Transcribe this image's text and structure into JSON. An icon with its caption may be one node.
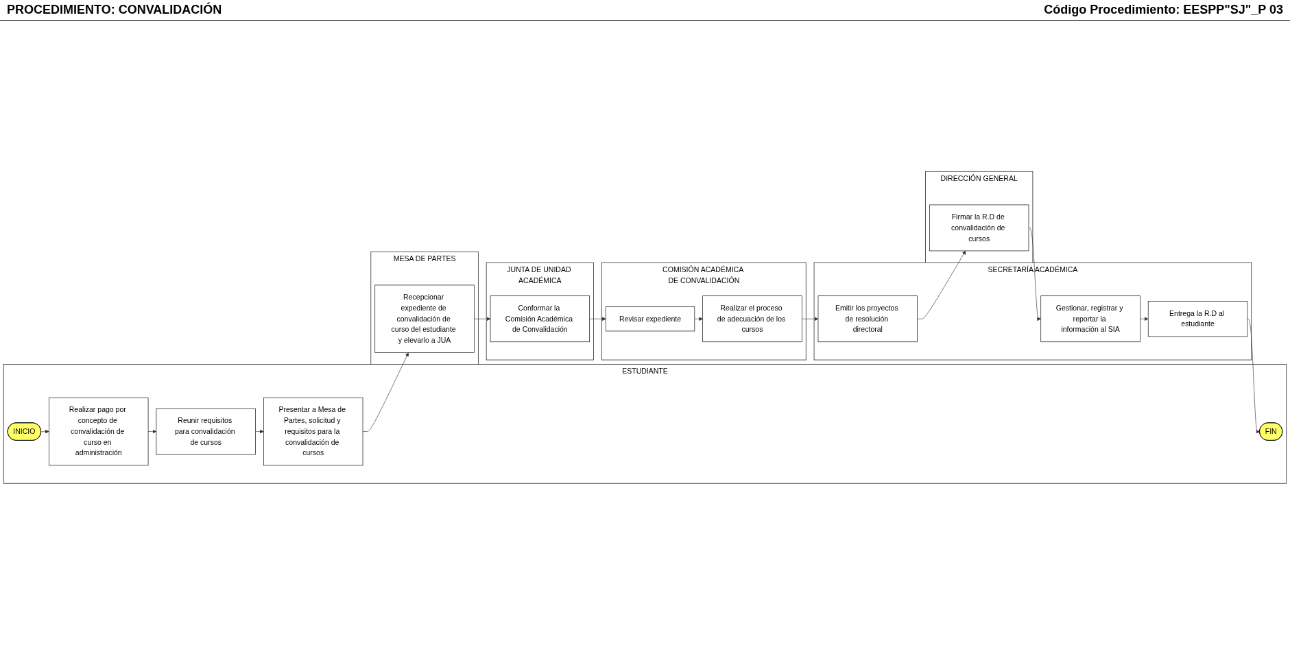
{
  "diagram": {
    "title": "PROCEDIMIENTO: CONVALIDACIÓN",
    "nodes": [
      {
        "text": [
          "ESTUDIANTE"
        ]
      },
      {
        "text": [
          "INICIO"
        ],
        "in": 0
      },
      {
        "text": [
          "Realizar pago por concepto de convalidación de curso en administración"
        ],
        "in": 0
      },
      {
        "text": [
          "Reunir requisitos para convalidación de cursos"
        ],
        "in": 0
      },
      {
        "text": [
          "Presentar a Mesa de Partes, solicitud y requisitos para la convalidación de cursos"
        ],
        "in": 0
      },
      {
        "text": [
          "FIN"
        ],
        "in": 0
      },
      {
        "text": [
          "MESA DE PARTES"
        ]
      },
      {
        "text": [
          "Recepcionar expediente de convalidación de curso del estudiante y elevarlo a JUA"
        ],
        "in": 6
      },
      {
        "text": [
          "JUNTA DE UNIDAD ACADÉMICA"
        ]
      },
      {
        "text": [
          "Conformar la Comisión Académica de Convalidación"
        ],
        "in": 8
      },
      {
        "text": [
          "COMISIÓN ACADÉMICA DE CONVALIDACIÓN"
        ]
      },
      {
        "text": [
          "Revisar expediente"
        ],
        "in": 10
      },
      {
        "text": [
          "Realizar el proceso de adecuación de los cursos"
        ],
        "in": 10
      },
      {
        "text": [
          "SECRETARÍA ACADÉMICA"
        ]
      },
      {
        "text": [
          "Emitir los proyectos de resolución directoral"
        ],
        "in": 13
      },
      {
        "text": [
          "Gestionar, registrar y reportar la información al SIA"
        ],
        "in": 13
      },
      {
        "text": [
          "Entrega la R.D al estudiante"
        ],
        "in": 13
      },
      {
        "text": [
          "DIRECCIÓN GENERAL"
        ]
      },
      {
        "text": [
          "Firmar la R.D de convalidación de cursos"
        ],
        "in": 17
      }
    ],
    "edges": [
      {
        "from": 1,
        "to": 2,
        "arrow": "to"
      },
      {
        "from": 2,
        "to": 3,
        "arrow": "to"
      },
      {
        "from": 3,
        "to": 4,
        "arrow": "to"
      },
      {
        "from": 4,
        "to": 7,
        "arrow": "to"
      },
      {
        "from": 7,
        "to": 9,
        "arrow": "to"
      },
      {
        "from": 9,
        "to": 11,
        "arrow": "to"
      },
      {
        "from": 11,
        "to": 12,
        "arrow": "to"
      },
      {
        "from": 12,
        "to": 14,
        "arrow": "to"
      },
      {
        "from": 14,
        "to": 18,
        "arrow": "to"
      },
      {
        "from": 18,
        "to": 15,
        "arrow": "to"
      },
      {
        "from": 15,
        "to": 16,
        "arrow": "to"
      },
      {
        "from": 16,
        "to": 5,
        "arrow": "to"
      }
    ],
    "labels": [
      "Código Procedimiento:  EESPP\"SJ\"_P 03"
    ]
  }
}
